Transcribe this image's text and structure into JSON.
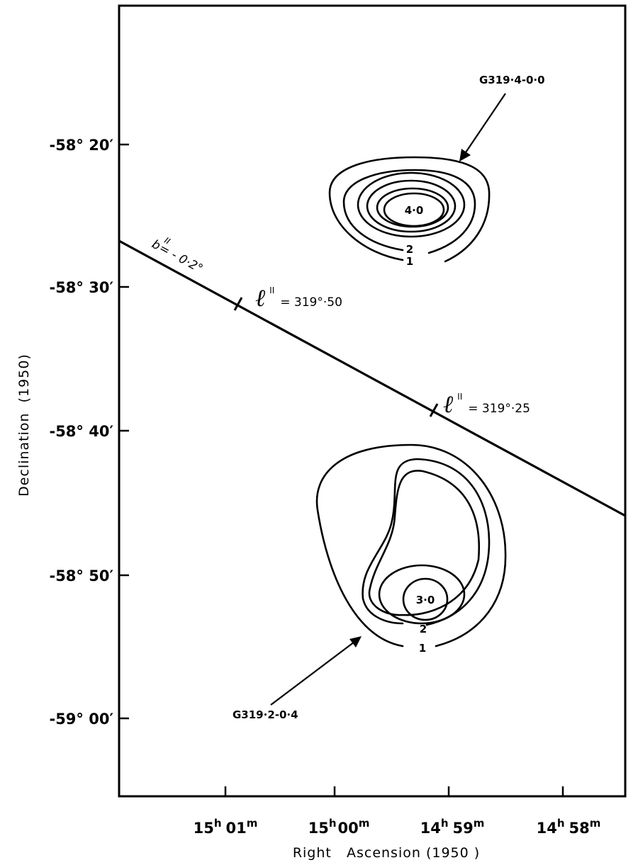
{
  "chart_data": {
    "type": "contour",
    "xlabel": "Right   Ascension (1950 )",
    "ylabel": "Declination  (1950)",
    "x_ticks": [
      {
        "h": "15",
        "m": "01",
        "label": "15h 01m"
      },
      {
        "h": "15",
        "m": "00",
        "label": "15h 00m"
      },
      {
        "h": "14",
        "m": "59",
        "label": "14h 59m"
      },
      {
        "h": "14",
        "m": "58",
        "label": "14h 58m"
      }
    ],
    "y_ticks": [
      "-58° 20′",
      "-58° 30′",
      "-58° 40′",
      "-58° 50′",
      "-59° 00′"
    ],
    "sources": [
      {
        "name": "G319·4-0·0",
        "peak_label": "4·0",
        "contour_labels": [
          "2",
          "1"
        ]
      },
      {
        "name": "G319·2-0·4",
        "peak_label": "3·0",
        "contour_labels": [
          "2",
          "1"
        ]
      }
    ],
    "galactic_line": {
      "label": "b",
      "label_sup": "II",
      "label_value": "= - 0·2°",
      "ticks": [
        {
          "label": "ℓ",
          "sup": "II",
          "value": "= 319°·50"
        },
        {
          "label": "ℓ",
          "sup": "II",
          "value": "= 319°·25"
        }
      ]
    }
  }
}
